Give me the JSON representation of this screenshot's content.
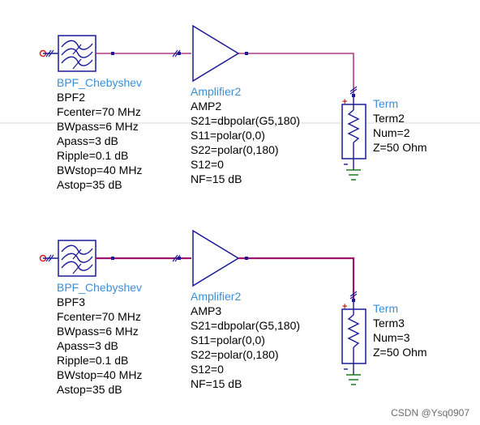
{
  "colors": {
    "wire": "#a0126c",
    "body": "#1a1a9a",
    "label": "#3b8ed8",
    "pin_red": "#e01a1a",
    "ground": "#1e7a1e"
  },
  "rows": [
    {
      "filter": {
        "type": "BPF_Chebyshev",
        "instance": "BPF2",
        "params": [
          "Fcenter=70 MHz",
          "BWpass=6 MHz",
          "Apass=3 dB",
          "Ripple=0.1 dB",
          "BWstop=40 MHz",
          "Astop=35 dB"
        ]
      },
      "amplifier": {
        "type": "Amplifier2",
        "instance": "AMP2",
        "params": [
          "S21=dbpolar(G5,180)",
          "S11=polar(0,0)",
          "S22=polar(0,180)",
          "S12=0",
          "NF=15 dB"
        ]
      },
      "term": {
        "type": "Term",
        "instance": "Term2",
        "params": [
          "Num=2",
          "Z=50 Ohm"
        ]
      }
    },
    {
      "filter": {
        "type": "BPF_Chebyshev",
        "instance": "BPF3",
        "params": [
          "Fcenter=70 MHz",
          "BWpass=6 MHz",
          "Apass=3 dB",
          "Ripple=0.1 dB",
          "BWstop=40 MHz",
          "Astop=35 dB"
        ]
      },
      "amplifier": {
        "type": "Amplifier2",
        "instance": "AMP3",
        "params": [
          "S21=dbpolar(G5,180)",
          "S11=polar(0,0)",
          "S22=polar(0,180)",
          "S12=0",
          "NF=15 dB"
        ]
      },
      "term": {
        "type": "Term",
        "instance": "Term3",
        "params": [
          "Num=3",
          "Z=50 Ohm"
        ]
      }
    }
  ],
  "watermark": "CSDN @Ysq0907"
}
